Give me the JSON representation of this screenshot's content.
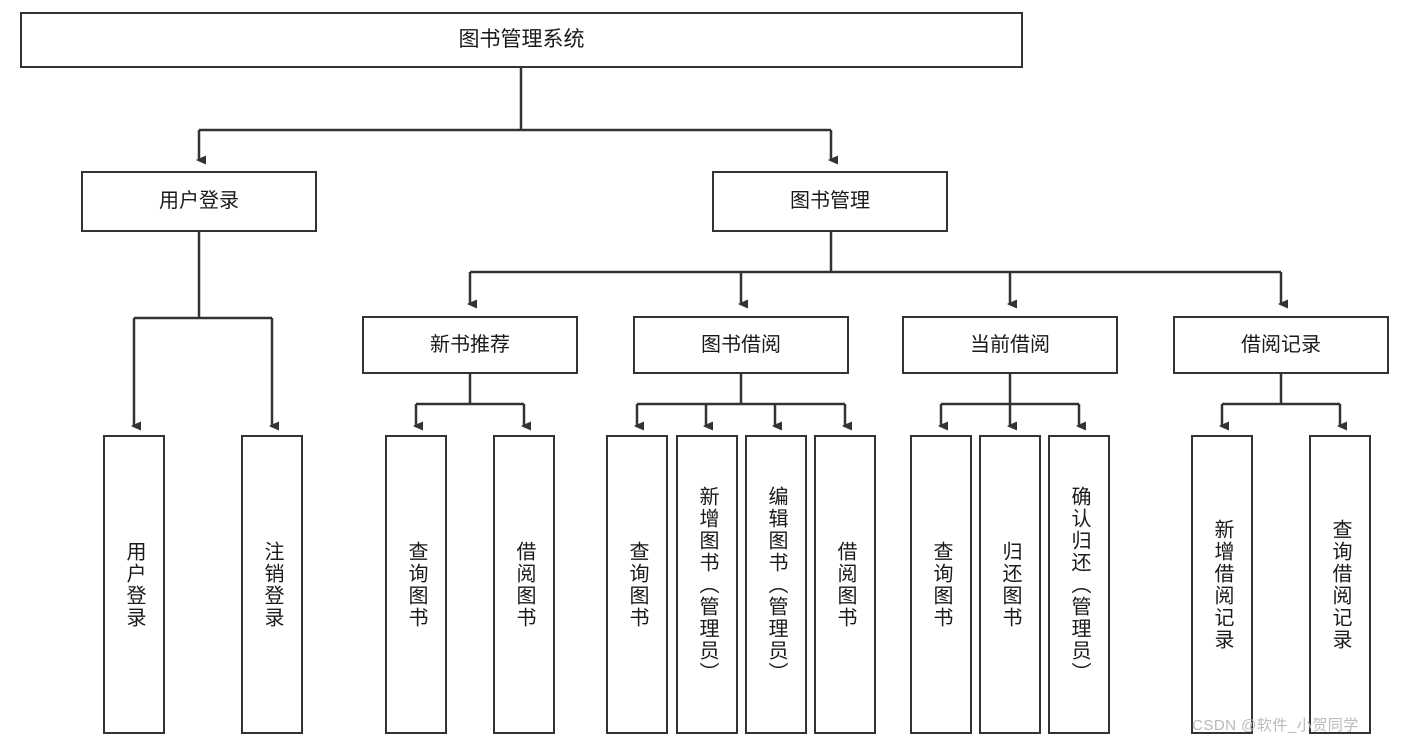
{
  "diagram": {
    "title": "图书管理系统",
    "type": "hierarchy-tree",
    "colors": {
      "background": "#ffffff",
      "node_border": "#333333",
      "node_fill": "#ffffff",
      "edge": "#333333",
      "text": "#1a1a1a",
      "watermark": "#b9b9b9"
    },
    "nodes": {
      "root": {
        "label": "图书管理系统"
      },
      "level1": [
        {
          "label": "用户登录"
        },
        {
          "label": "图书管理"
        }
      ],
      "level2": [
        {
          "label": "新书推荐"
        },
        {
          "label": "图书借阅"
        },
        {
          "label": "当前借阅"
        },
        {
          "label": "借阅记录"
        }
      ],
      "leaves": [
        {
          "label": "用户登录"
        },
        {
          "label": "注销登录"
        },
        {
          "label": "查询图书"
        },
        {
          "label": "借阅图书"
        },
        {
          "label": "查询图书"
        },
        {
          "label": "新增图书（管理员）"
        },
        {
          "label": "编辑图书（管理员）"
        },
        {
          "label": "借阅图书"
        },
        {
          "label": "查询图书"
        },
        {
          "label": "归还图书"
        },
        {
          "label": "确认归还（管理员）"
        },
        {
          "label": "新增借阅记录"
        },
        {
          "label": "查询借阅记录"
        }
      ]
    }
  },
  "watermark": {
    "text": "CSDN @软件_小贺同学"
  }
}
